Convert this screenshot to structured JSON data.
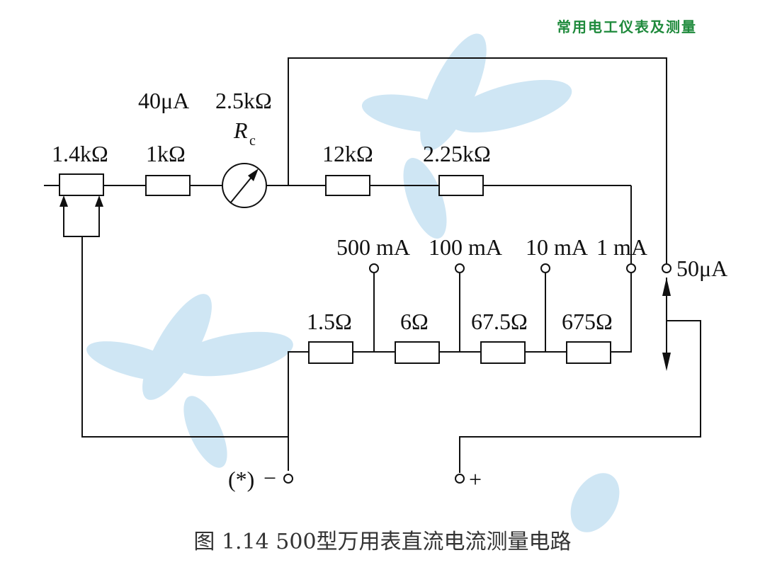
{
  "header_title": "常用电工仪表及测量",
  "caption": "图 1.14  500型万用表直流电流测量电路",
  "labels": {
    "r_1_4k": "1.4kΩ",
    "r_1k": "1kΩ",
    "meter_current": "40μA",
    "meter_resistance": "2.5kΩ",
    "meter_symbol": "R",
    "meter_subscript": "c",
    "r_12k": "12kΩ",
    "r_2_25k": "2.25kΩ",
    "range_500ma": "500 mA",
    "range_100ma": "100 mA",
    "range_10ma": "10 mA",
    "range_1ma": "1 mA",
    "range_50ua": "50μA",
    "r_1_5": "1.5Ω",
    "r_6": "6Ω",
    "r_67_5": "67.5Ω",
    "r_675": "675Ω",
    "term_common": "(*)",
    "term_common_sign": "−",
    "term_plus_sign": "+"
  },
  "colors": {
    "header": "#1f8a3c",
    "watermark": "#cfe6f4",
    "ink": "#111111"
  }
}
